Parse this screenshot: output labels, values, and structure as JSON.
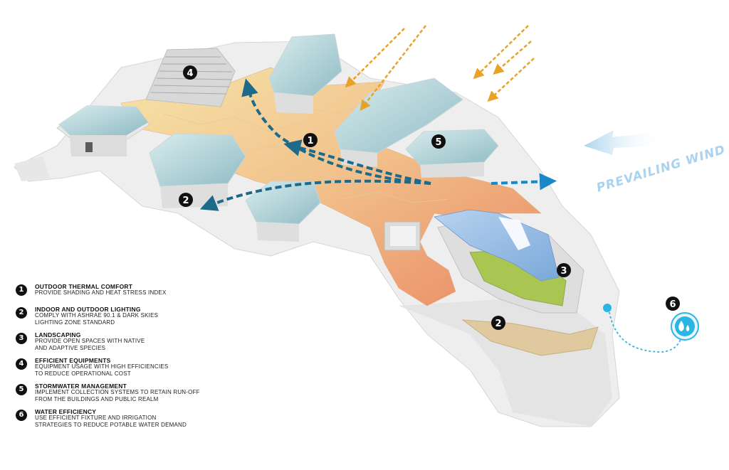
{
  "wind_label": "PREVAILING WIND",
  "markers": {
    "m1": "1",
    "m2a": "2",
    "m2b": "2",
    "m3": "3",
    "m4": "4",
    "m5": "5",
    "m6": "6"
  },
  "colors": {
    "ground_warm": "#f0b48a",
    "ground_yellow": "#f3dfa0",
    "ground_orange": "#ec8f66",
    "roof_glass": "#b9d8dc",
    "sun_rays": "#e8a22a",
    "airflow": "#1d6a8a",
    "wind": "#a9d3ee",
    "water": "#2ab5e3",
    "landscape": "#a9c653"
  },
  "legend": [
    {
      "num": "1",
      "title": "OUTDOOR THERMAL COMFORT",
      "desc": "PROVIDE SHADING AND HEAT STRESS INDEX"
    },
    {
      "num": "2",
      "title": "INDOOR AND OUTDOOR LIGHTING",
      "desc": "COMPLY WITH ASHRAE 90.1 & DARK SKIES\nLIGHTING ZONE STANDARD"
    },
    {
      "num": "3",
      "title": "LANDSCAPING",
      "desc": "PROVIDE OPEN SPACES WITH NATIVE\nAND ADAPTIVE SPECIES"
    },
    {
      "num": "4",
      "title": "EFFICIENT EQUIPMENTS",
      "desc": "EQUIPMENT USAGE WITH HIGH EFFICIENCIES\nTO REDUCE OPERATIONAL COST"
    },
    {
      "num": "5",
      "title": "STORMWATER MANAGEMENT",
      "desc": "IMPLEMENT COLLECTION SYSTEMS TO RETAIN RUN-OFF\nFROM THE BUILDINGS AND PUBLIC REALM"
    },
    {
      "num": "6",
      "title": "WATER EFFICIENCY",
      "desc": "USE EFFICIENT FIXTURE AND IRRIGATION\nSTRATEGIES TO REDUCE POTABLE WATER DEMAND"
    }
  ]
}
